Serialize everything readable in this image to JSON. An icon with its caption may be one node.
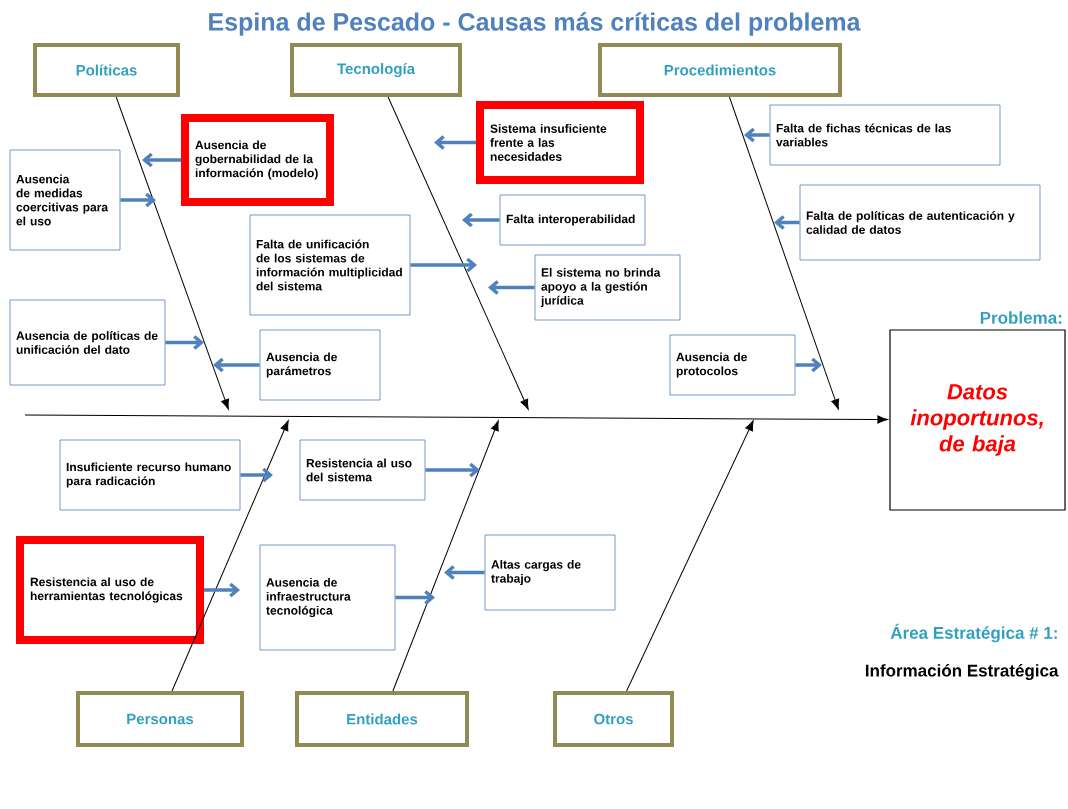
{
  "diagram": {
    "title": "Espina de Pescado - Causas más críticas del problema",
    "nodes": [
      {
        "text": [
          "Políticas"
        ]
      },
      {
        "text": [
          "Tecnología"
        ]
      },
      {
        "text": [
          "Procedimientos"
        ]
      },
      {
        "text": [
          "Ausencia de medidas coercitivas para el uso"
        ]
      },
      {
        "text": [
          "Ausencia de gobernabilidad de la información (modelo)"
        ]
      },
      {
        "text": [
          "Sistema insuficiente frente a las necesidades"
        ]
      },
      {
        "text": [
          "Falta de fichas técnicas de las variables"
        ]
      },
      {
        "text": [
          "Falta de unificación de los sistemas de información multiplicidad del sistema"
        ]
      },
      {
        "text": [
          "Falta interoperabilidad"
        ]
      },
      {
        "text": [
          "Falta de políticas de autenticación y calidad de datos"
        ]
      },
      {
        "text": [
          "El sistema no brinda apoyo a la gestión jurídica"
        ]
      },
      {
        "text": [
          "Ausencia de políticas de unificación del dato"
        ]
      },
      {
        "text": [
          "Ausencia de parámetros"
        ]
      },
      {
        "text": [
          "Ausencia de protocolos"
        ]
      },
      {
        "text": [
          "Problema:",
          "Datos inoportunos, de baja"
        ]
      },
      {
        "text": [
          "Insuficiente recurso humano para radicación"
        ]
      },
      {
        "text": [
          "Resistencia al uso del sistema"
        ]
      },
      {
        "text": [
          "Resistencia al uso de herramientas tecnológicas"
        ]
      },
      {
        "text": [
          "Ausencia de infraestructura tecnológica"
        ]
      },
      {
        "text": [
          "Altas cargas de trabajo"
        ]
      },
      {
        "text": [
          "Personas"
        ]
      },
      {
        "text": [
          "Entidades"
        ]
      },
      {
        "text": [
          "Otros"
        ]
      }
    ],
    "edges": [
      {
        "from": null,
        "to": 14,
        "arrow": "to",
        "color": "#000000"
      },
      {
        "from": 0,
        "to": null,
        "arrow": "to",
        "color": "#000000"
      },
      {
        "from": 1,
        "to": null,
        "arrow": "to",
        "color": "#000000"
      },
      {
        "from": 2,
        "to": null,
        "arrow": "to",
        "color": "#000000"
      },
      {
        "from": 20,
        "to": null,
        "arrow": "to",
        "color": "#000000"
      },
      {
        "from": 21,
        "to": null,
        "arrow": "to",
        "color": "#000000"
      },
      {
        "from": 22,
        "to": null,
        "arrow": "to",
        "color": "#000000"
      },
      {
        "from": 3,
        "to": null,
        "arrow": "to"
      },
      {
        "from": 4,
        "to": null,
        "arrow": "to"
      },
      {
        "from": 11,
        "to": null,
        "arrow": "to"
      },
      {
        "from": 12,
        "to": null,
        "arrow": "to"
      },
      {
        "from": 5,
        "to": null,
        "arrow": "to"
      },
      {
        "from": 7,
        "to": null,
        "arrow": "to"
      },
      {
        "from": 8,
        "to": null,
        "arrow": "to"
      },
      {
        "from": 10,
        "to": null,
        "arrow": "to"
      },
      {
        "from": 6,
        "to": null,
        "arrow": "to"
      },
      {
        "from": 9,
        "to": null,
        "arrow": "to"
      },
      {
        "from": 13,
        "to": null,
        "arrow": "to"
      },
      {
        "from": 15,
        "to": null,
        "arrow": "to"
      },
      {
        "from": 17,
        "to": null,
        "arrow": "to"
      },
      {
        "from": 16,
        "to": null,
        "arrow": "to"
      },
      {
        "from": 18,
        "to": null,
        "arrow": "to"
      },
      {
        "from": 19,
        "to": null,
        "arrow": "to"
      }
    ],
    "labels": [
      "Área Estratégica # 1:",
      "Información Estratégica"
    ]
  }
}
